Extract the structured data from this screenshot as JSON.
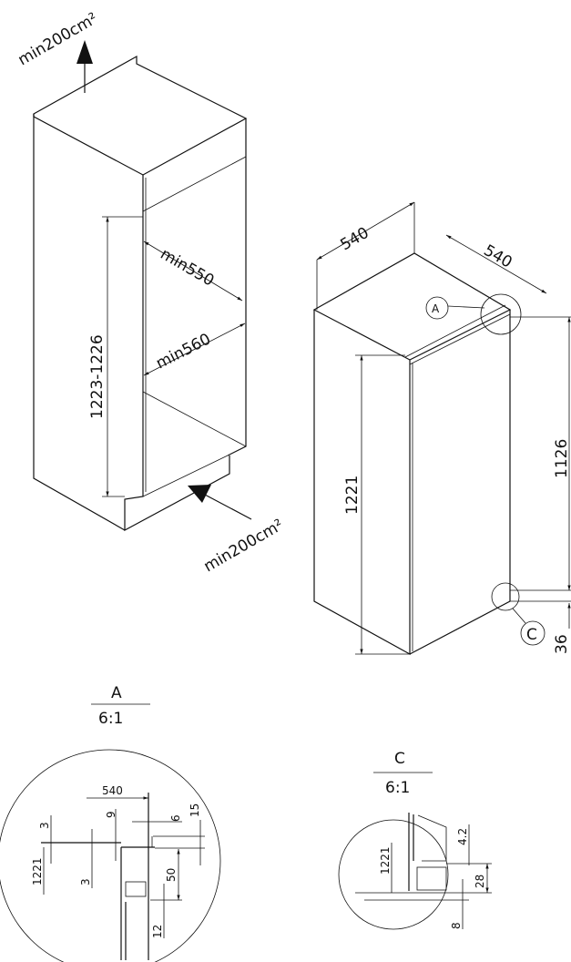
{
  "installation": {
    "vent_top": "min200cm²",
    "vent_bottom": "min200cm²",
    "niche_height": "1223-1226",
    "depth_min": "min550",
    "width_min": "min560"
  },
  "appliance": {
    "depth": "540",
    "width": "540",
    "height": "1221",
    "door_height": "1126",
    "bottom_offset": "36",
    "detail_a_marker": "A",
    "detail_c_marker": "C"
  },
  "detail_a": {
    "label": "A",
    "scale": "6:1",
    "dims": {
      "d540": "540",
      "d9": "9",
      "d6": "6",
      "d15": "15",
      "d3a": "3",
      "d3b": "3",
      "d1221": "1221",
      "d50": "50",
      "d12": "12"
    }
  },
  "detail_c": {
    "label": "C",
    "scale": "6:1",
    "dims": {
      "d1221": "1221",
      "d42": "4.2",
      "d28": "28",
      "d8": "8"
    }
  }
}
